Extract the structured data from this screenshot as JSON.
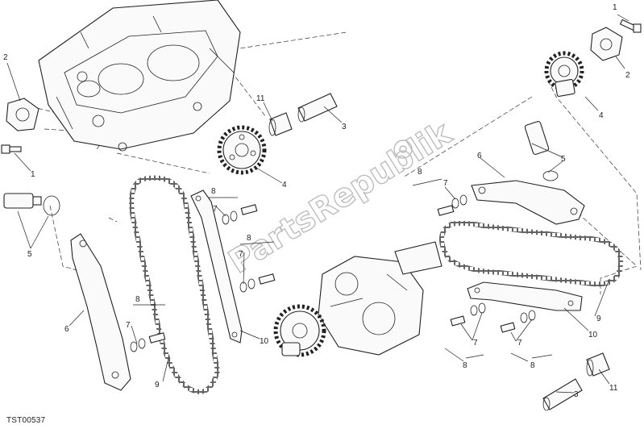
{
  "drawing_code": "TST00537",
  "watermark": "PartsRepublik",
  "callouts": [
    {
      "id": "c-1-tr",
      "text": "1"
    },
    {
      "id": "c-2-tr",
      "text": "2"
    },
    {
      "id": "c-4-tr",
      "text": "4"
    },
    {
      "id": "c-5-r",
      "text": "5"
    },
    {
      "id": "c-6-r",
      "text": "6"
    },
    {
      "id": "c-2-l",
      "text": "2"
    },
    {
      "id": "c-1-l",
      "text": "1"
    },
    {
      "id": "c-5-l",
      "text": "5"
    },
    {
      "id": "c-6-l",
      "text": "6"
    },
    {
      "id": "c-11-t",
      "text": "11"
    },
    {
      "id": "c-3-t",
      "text": "3"
    },
    {
      "id": "c-4-m",
      "text": "4"
    },
    {
      "id": "c-8-a",
      "text": "8"
    },
    {
      "id": "c-7-a",
      "text": "7"
    },
    {
      "id": "c-8-b",
      "text": "8"
    },
    {
      "id": "c-7-b",
      "text": "7"
    },
    {
      "id": "c-8-c",
      "text": "8"
    },
    {
      "id": "c-7-c",
      "text": "7"
    },
    {
      "id": "c-8-d",
      "text": "8"
    },
    {
      "id": "c-7-d",
      "text": "7"
    },
    {
      "id": "c-10-l",
      "text": "10"
    },
    {
      "id": "c-9-l",
      "text": "9"
    },
    {
      "id": "c-9-r",
      "text": "9"
    },
    {
      "id": "c-10-r",
      "text": "10"
    },
    {
      "id": "c-7-e",
      "text": "7"
    },
    {
      "id": "c-8-e",
      "text": "8"
    },
    {
      "id": "c-7-f",
      "text": "7"
    },
    {
      "id": "c-8-f",
      "text": "8"
    },
    {
      "id": "c-3-b",
      "text": "3"
    },
    {
      "id": "c-11-b",
      "text": "11"
    }
  ]
}
